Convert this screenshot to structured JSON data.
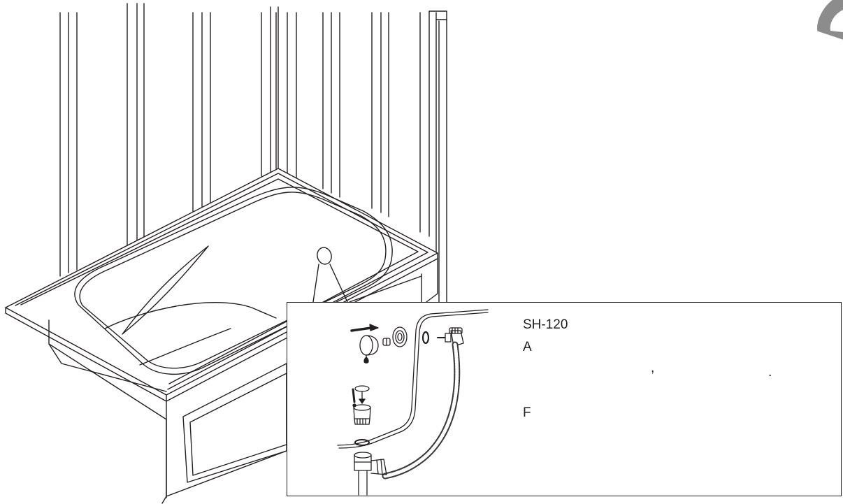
{
  "callout": {
    "model": "SH-120",
    "line_a": "A",
    "comma": ",",
    "period": ".",
    "line_f": "F"
  },
  "colors": {
    "ink": "#231f20",
    "paper": "#ffffff",
    "hose": "#3a3a3a",
    "tab_icon": "#8c8c8c"
  }
}
